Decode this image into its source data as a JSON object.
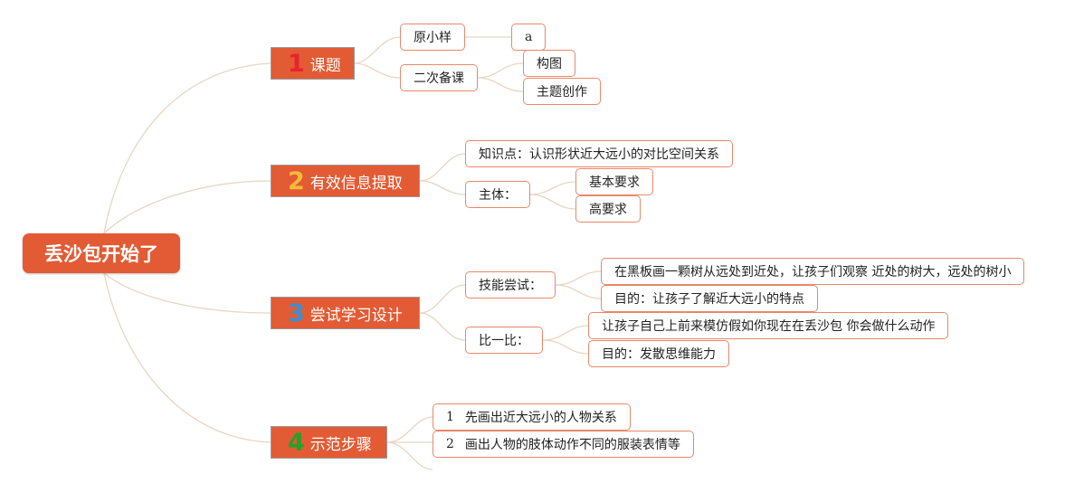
{
  "root": {
    "label": "丢沙包开始了"
  },
  "branches": [
    {
      "number": "1",
      "label": "课题",
      "children": [
        {
          "label": "原小样",
          "children": [
            {
              "label": "a"
            }
          ]
        },
        {
          "label": "二次备课",
          "children": [
            {
              "label": "构图"
            },
            {
              "label": "主题创作"
            }
          ]
        }
      ]
    },
    {
      "number": "2",
      "label": "有效信息提取",
      "children": [
        {
          "label": "知识点：认识形状近大远小的对比空间关系"
        },
        {
          "label": "主体：",
          "children": [
            {
              "label": "基本要求"
            },
            {
              "label": "高要求"
            }
          ]
        }
      ]
    },
    {
      "number": "3",
      "label": "尝试学习设计",
      "children": [
        {
          "label": "技能尝试：",
          "children": [
            {
              "label": "在黑板画一颗树从远处到近处，让孩子们观察 近处的树大，远处的树小"
            },
            {
              "label": "目的：让孩子了解近大远小的特点"
            }
          ]
        },
        {
          "label": "比一比：",
          "children": [
            {
              "label": "让孩子自己上前来模仿假如你现在在丢沙包 你会做什么动作"
            },
            {
              "label": "目的：发散思维能力"
            }
          ]
        }
      ]
    },
    {
      "number": "4",
      "label": "示范步骤",
      "children": [
        {
          "number": "1",
          "label": "先画出近大远小的人物关系"
        },
        {
          "number": "2",
          "label": "画出人物的肢体动作不同的服装表情等"
        }
      ]
    }
  ],
  "colors": {
    "root_fill": "#e25b34",
    "branch_fill": "#e25b34",
    "leaf_border": "#e8886a",
    "connector": "#e8d6c2",
    "number_1": "#e8232c",
    "number_2": "#f5b93a",
    "number_3": "#3b8fd3",
    "number_4": "#22a22a"
  }
}
